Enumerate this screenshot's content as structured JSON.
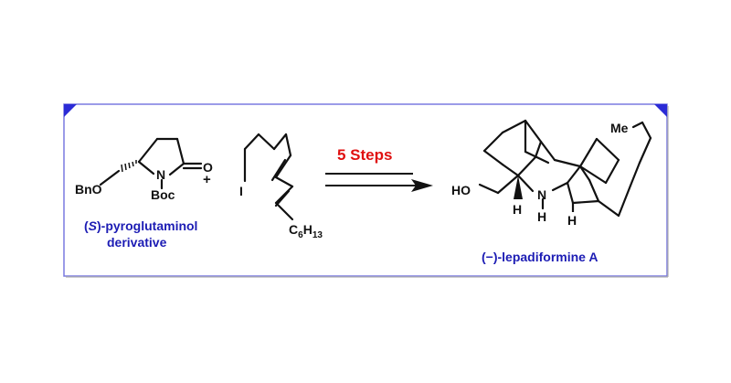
{
  "colors": {
    "frame_border": "#7a7ae0",
    "corner_marker": "#2b2bd6",
    "caption": "#1c1cb4",
    "steps": "#e01010",
    "bond": "#111111"
  },
  "reactant1": {
    "caption_italic": "S",
    "caption_line1_open": "(",
    "caption_line1_close": ")-pyroglutaminol",
    "caption_line2": "derivative",
    "atom_O_carbonyl": "O",
    "atom_N": "N",
    "atom_BnO": "BnO",
    "atom_Boc": "Boc"
  },
  "plus": "+",
  "reactant2": {
    "atom_I": "I",
    "atom_C": "C",
    "sub_6": "6",
    "atom_H": "H",
    "sub_13": "13"
  },
  "arrow": {
    "label": "5 Steps"
  },
  "product": {
    "caption": "(−)-lepadiformine A",
    "atom_HO": "HO",
    "atom_N": "N",
    "atom_H1": "H",
    "atom_H2": "H",
    "atom_H3": "H",
    "atom_Me": "Me"
  }
}
